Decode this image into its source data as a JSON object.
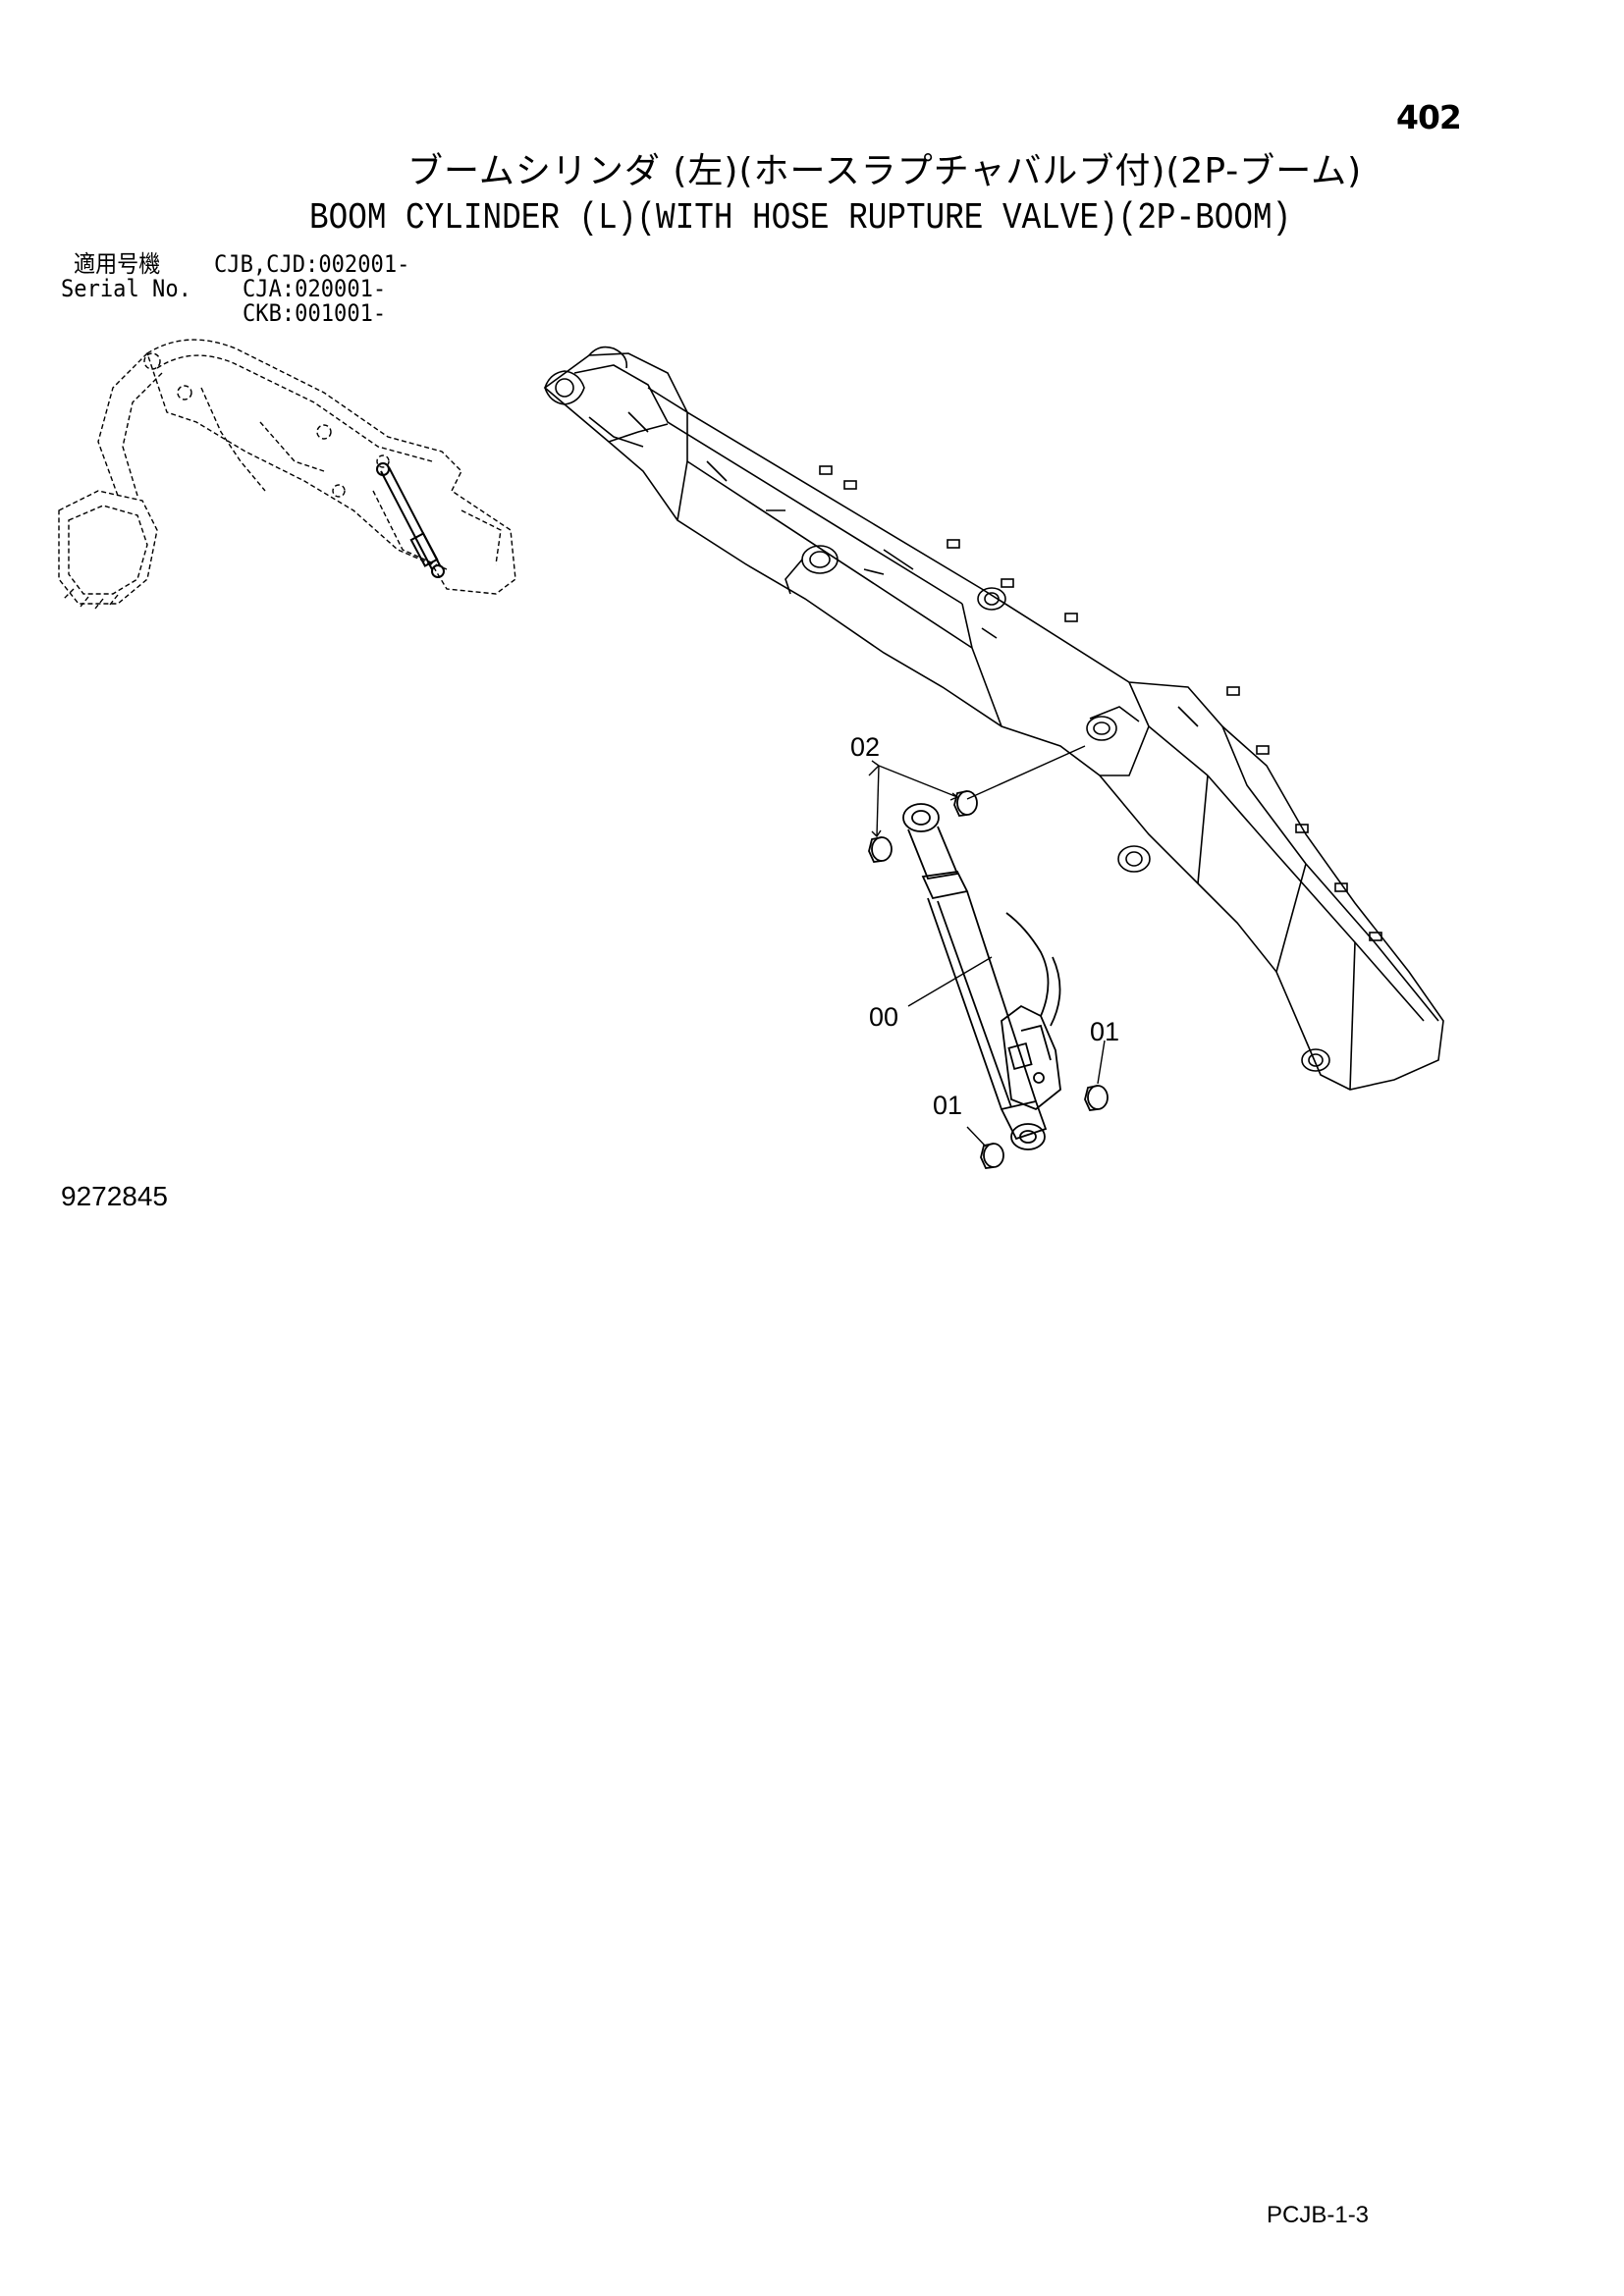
{
  "page_number": "402",
  "title_jp": "ブームシリンダ (左)(ホースラプチャバルブ付)(2P-ブーム)",
  "title_en": "BOOM CYLINDER (L)(WITH HOSE RUPTURE VALVE)(2P-BOOM)",
  "serial": {
    "label_jp": "適用号機",
    "label_en": "Serial No.",
    "lines": [
      "CJB,CJD:002001-",
      "CJA:020001-",
      "CKB:001001-"
    ]
  },
  "callouts": {
    "c02": "02",
    "c00": "00",
    "c01a": "01",
    "c01b": "01"
  },
  "drawing_number": "9272845",
  "catalog_code": "PCJB-1-3"
}
